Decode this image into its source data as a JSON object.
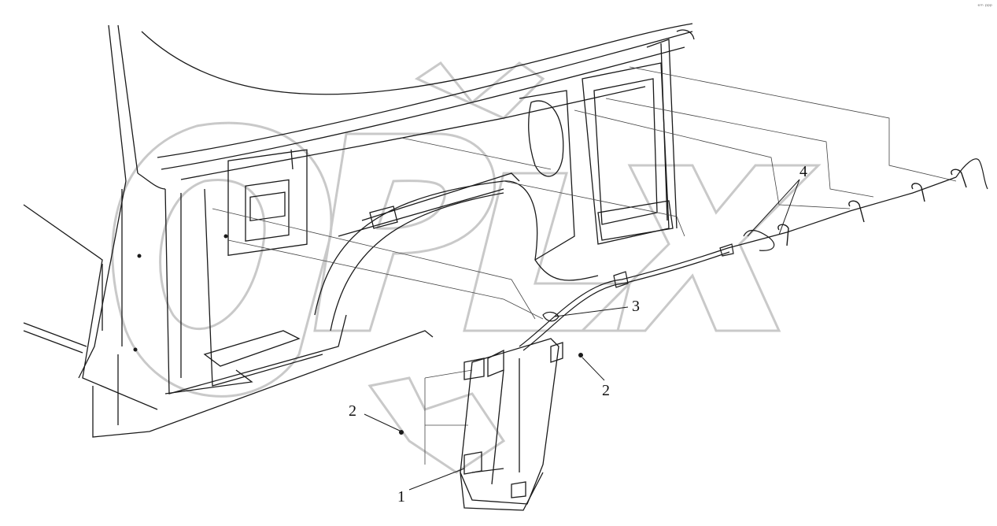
{
  "corner_tag": "ᵉᵐ ᵖᵖᵖ",
  "callouts": [
    {
      "id": "1",
      "label": "1"
    },
    {
      "id": "2a",
      "label": "2"
    },
    {
      "id": "2b",
      "label": "2"
    },
    {
      "id": "3",
      "label": "3"
    },
    {
      "id": "4",
      "label": "4"
    }
  ],
  "watermark": "OPLX",
  "colors": {
    "line": "#1a1a1a",
    "thin": "#444444",
    "watermark": "#c9c9c9"
  }
}
